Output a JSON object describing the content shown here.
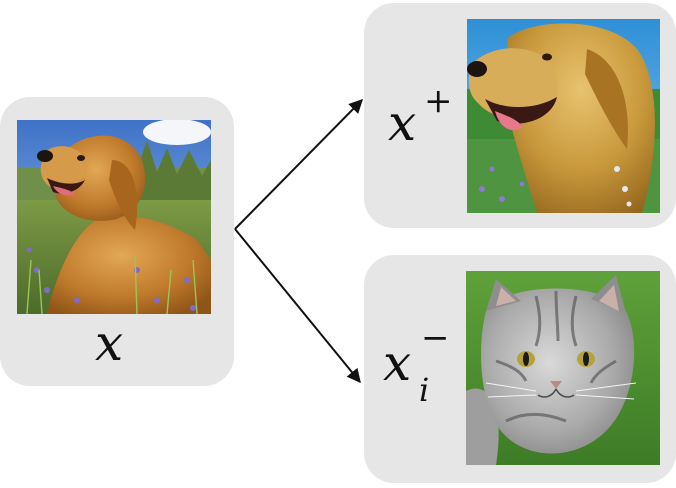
{
  "anchor": {
    "label": "x",
    "image": "golden-retriever-photo"
  },
  "positive": {
    "label": "x",
    "superscript": "+",
    "image": "golden-retriever-augmented-photo"
  },
  "negative": {
    "label": "x",
    "superscript": "−",
    "subscript": "i",
    "image": "tabby-cat-photo"
  },
  "colors": {
    "card_background": "#e6e6e6",
    "arrow": "#111111",
    "text": "#111111"
  }
}
